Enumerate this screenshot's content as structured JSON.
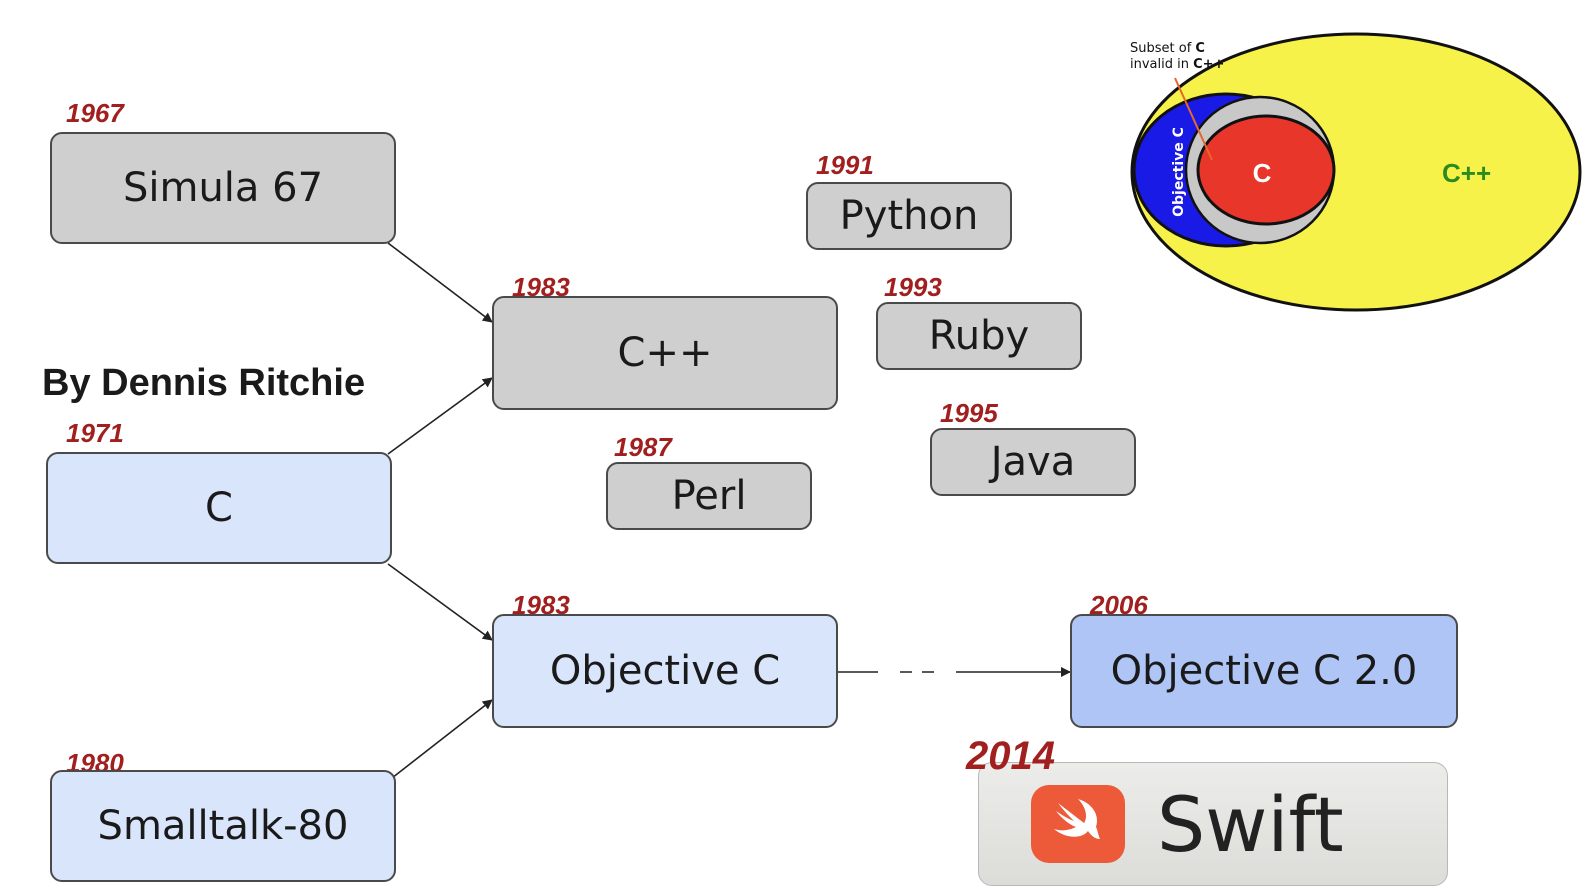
{
  "nodes": {
    "simula": {
      "label": "Simula 67",
      "year": "1967"
    },
    "c": {
      "label": "C",
      "year": "1971"
    },
    "smalltalk": {
      "label": "Smalltalk-80",
      "year": "1980"
    },
    "cpp": {
      "label": "C++",
      "year": "1983"
    },
    "objc": {
      "label": "Objective C",
      "year": "1983"
    },
    "perl": {
      "label": "Perl",
      "year": "1987"
    },
    "python": {
      "label": "Python",
      "year": "1991"
    },
    "ruby": {
      "label": "Ruby",
      "year": "1993"
    },
    "java": {
      "label": "Java",
      "year": "1995"
    },
    "objc2": {
      "label": "Objective C 2.0",
      "year": "2006"
    }
  },
  "author": "By Dennis Ritchie",
  "swift": {
    "label": "Swift",
    "year": "2014",
    "logo_icon": "swift-bird-icon",
    "logo_color": "#ec5a3a"
  },
  "venn": {
    "note_line1_prefix": "Subset of ",
    "note_line1_bold": "C",
    "note_line2_prefix": "invalid in ",
    "note_line2_bold": "C++",
    "objc_label": "Objective C",
    "c_label": "C",
    "cpp_label": "C++",
    "colors": {
      "objc": "#1a1ae6",
      "c": "#e8362a",
      "cpp": "#f6f24a",
      "cpp_text": "#2d8a1e",
      "overlap": "#c8c8c8",
      "subset": "#3c8a2e"
    }
  },
  "colors": {
    "gray_box": "#cfcfcf",
    "light_blue_box": "#d9e5fb",
    "mid_blue_box": "#aec5f5",
    "year": "#a11f1f"
  }
}
